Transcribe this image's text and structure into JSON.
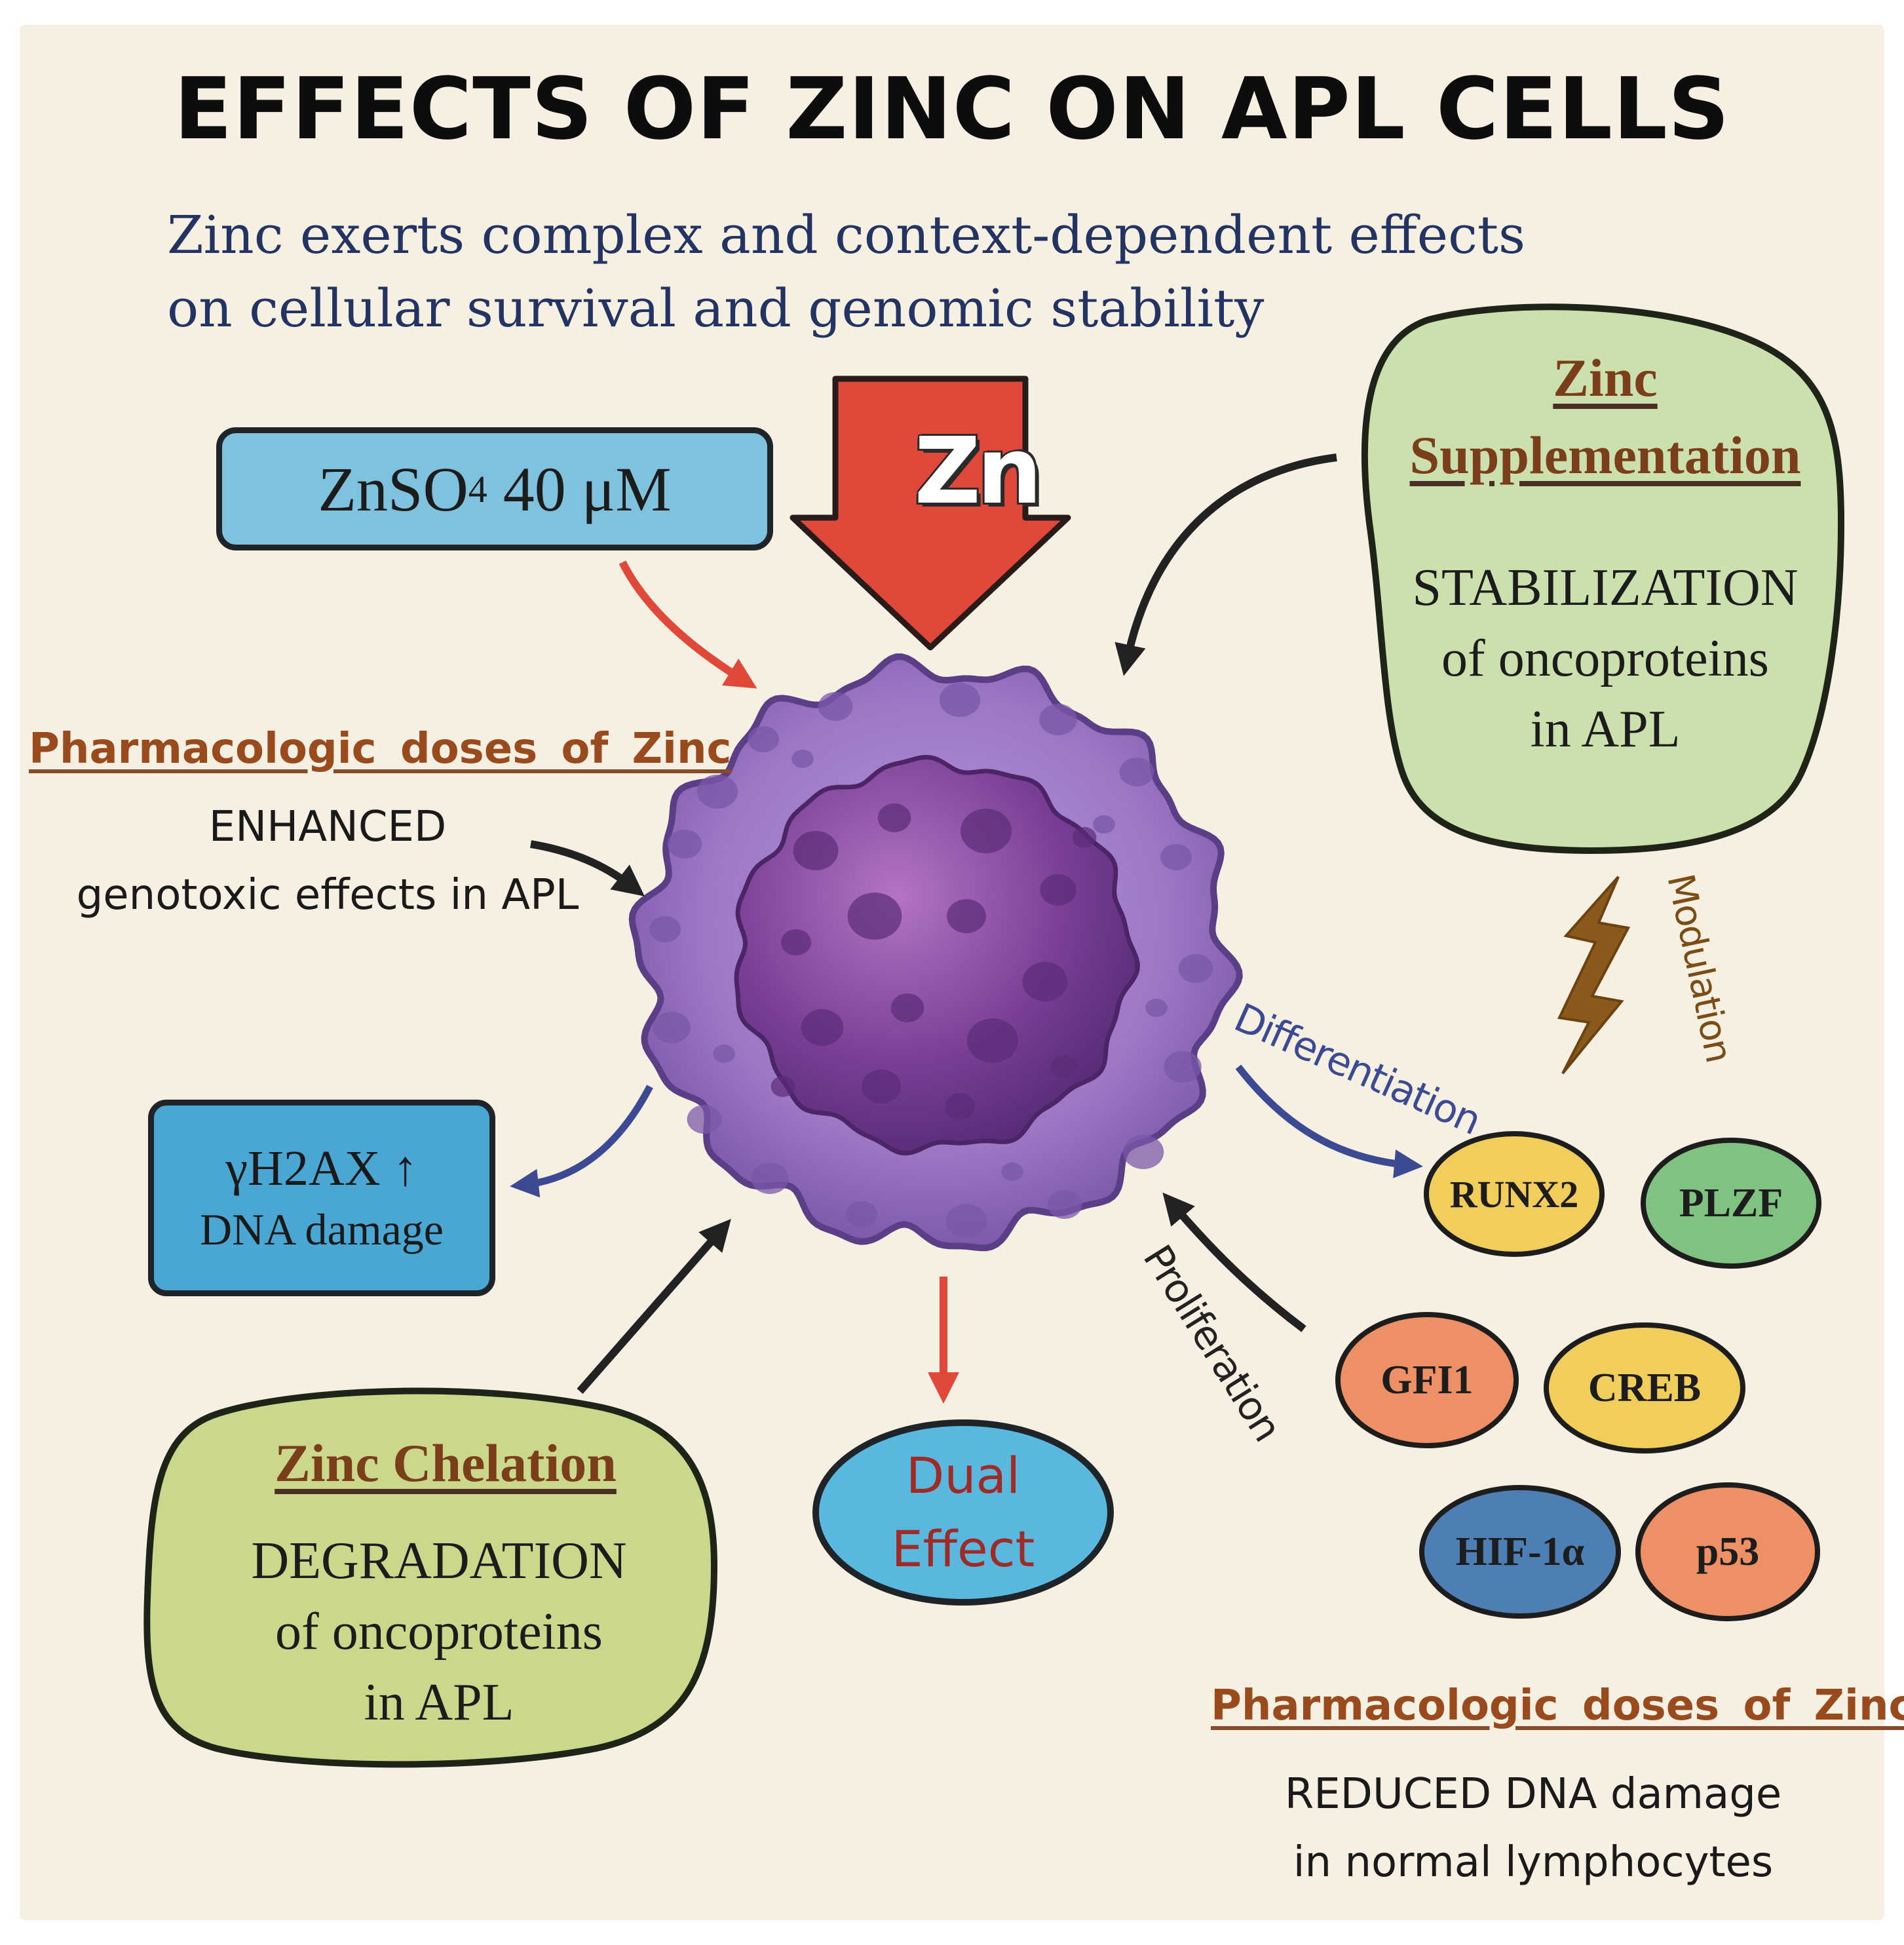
{
  "title": "EFFECTS OF ZINC ON APL CELLS",
  "subtitle": {
    "line1": "Zinc exerts complex and context-dependent effects",
    "line2": "on cellular survival and genomic stability"
  },
  "znso4_box": {
    "formula_main": "ZnSO",
    "formula_sub": "4",
    "dose": " 40 μM"
  },
  "zn_arrow_label": "Zn",
  "left_pharm": {
    "heading": "Pharmacologic doses of Zinc",
    "line1": "ENHANCED",
    "line2": "genotoxic effects in APL"
  },
  "h2ax_box": {
    "line1": "γH2AX ↑",
    "line2": "DNA damage"
  },
  "chelation": {
    "heading": "Zinc Chelation",
    "line1": "DEGRADATION",
    "line2": "of oncoproteins",
    "line3": "in APL"
  },
  "dual_effect": {
    "line1": "Dual",
    "line2": "Effect"
  },
  "supplementation": {
    "heading1": "Zinc",
    "heading2": "Supplementation",
    "line1": "STABILIZATION",
    "line2": "of oncoproteins",
    "line3": "in APL"
  },
  "rotated_labels": {
    "differentiation": "Differentiation",
    "proliferation": "Proliferation",
    "modulation": "Modulation"
  },
  "proteins": [
    {
      "name": "RUNX2",
      "color": "#f1cd5c"
    },
    {
      "name": "PLZF",
      "color": "#7fc281"
    },
    {
      "name": "GFI1",
      "color": "#ee9065"
    },
    {
      "name": "CREB",
      "color": "#f1cd5c"
    },
    {
      "name": "HIF-1α",
      "color": "#4e7fb4"
    },
    {
      "name": "p53",
      "color": "#ee9065"
    }
  ],
  "right_pharm": {
    "heading": "Pharmacologic doses of Zinc",
    "line1": "REDUCED DNA damage",
    "line2": "in normal lymphocytes"
  },
  "colors": {
    "background": "#f6f0e2",
    "cell_outer": "#9c77c4",
    "cell_nucleus": "#7a3f95",
    "zn_arrow": "#e0483a",
    "red_arrow": "#e0483a",
    "blue_arrow": "#3b4a93",
    "black_arrow": "#222222",
    "bolt": "#8a5a1c"
  }
}
